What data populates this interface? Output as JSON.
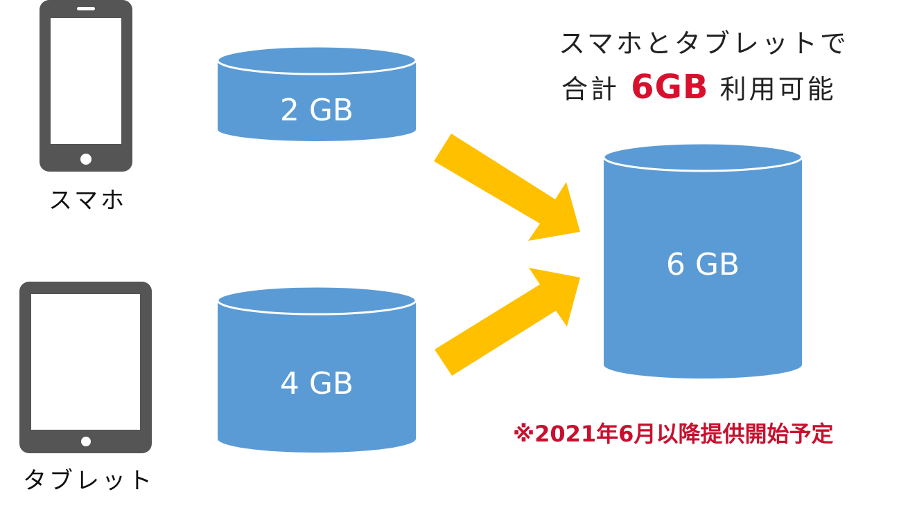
{
  "devices": {
    "phone_label": "スマホ",
    "tablet_label": "タブレット"
  },
  "storage": {
    "phone": "2 GB",
    "tablet": "4 GB",
    "total": "6 GB"
  },
  "headline": {
    "line1": "スマホとタブレットで",
    "line2_prefix": "合計",
    "line2_highlight": "6GB",
    "line2_suffix": "利用可能"
  },
  "note": "※2021年6月以降提供開始予定",
  "colors": {
    "cylinder": "#5b9bd5",
    "arrow": "#ffc000",
    "device": "#555555",
    "highlight": "#d8102e"
  },
  "icons": {
    "phone": "smartphone-icon",
    "tablet": "tablet-icon"
  }
}
